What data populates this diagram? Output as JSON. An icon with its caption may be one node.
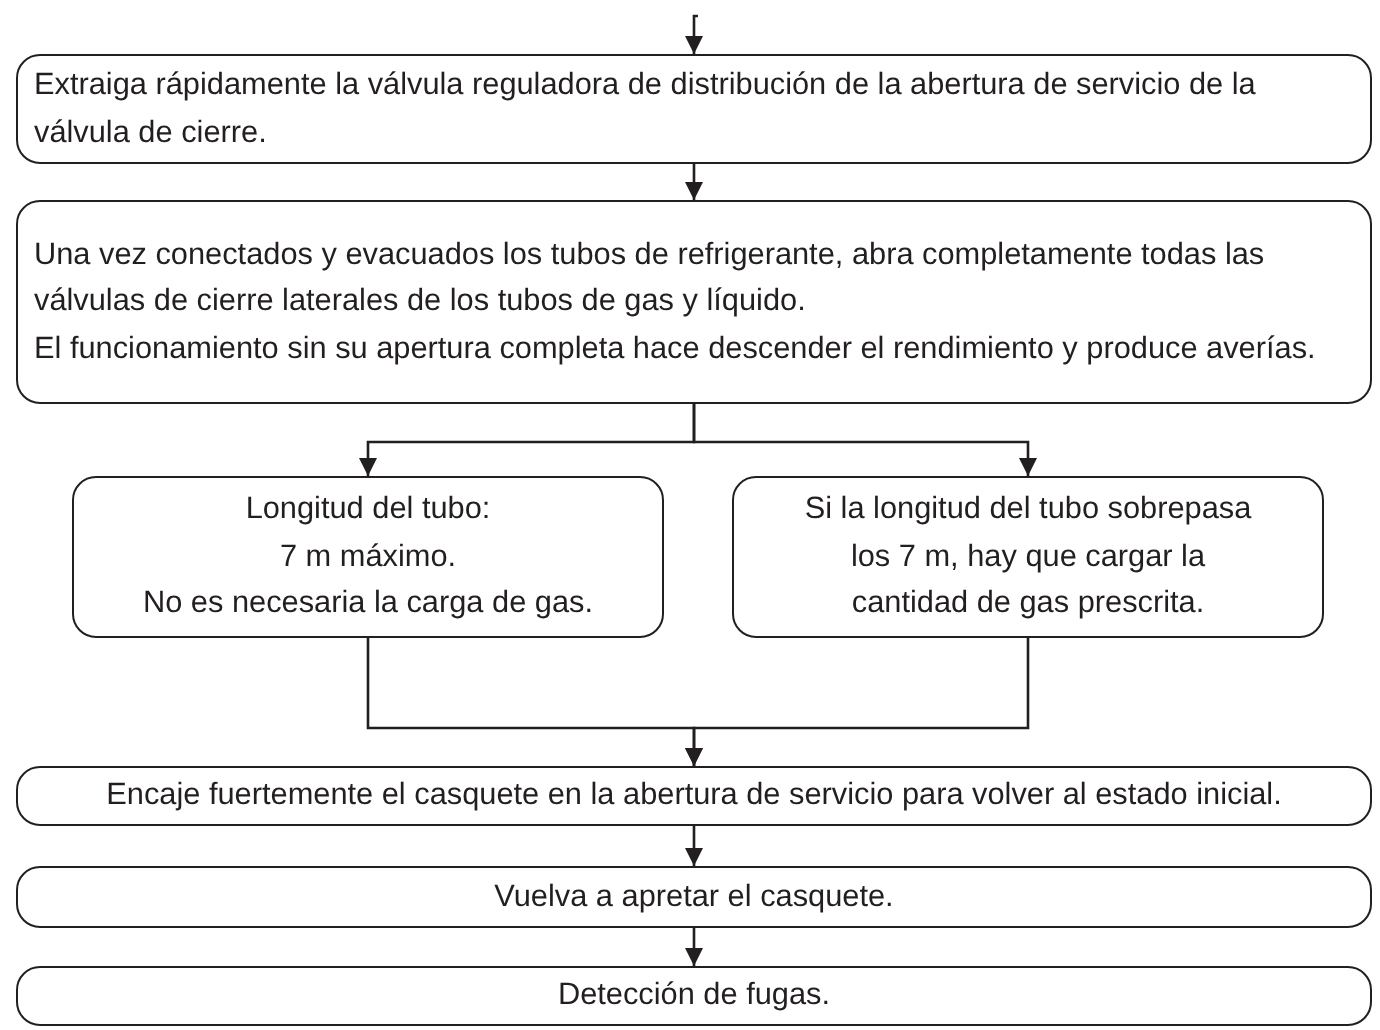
{
  "diagram": {
    "nodes": [
      {
        "text": [
          "Extraiga rápidamente la válvula reguladora de distribución de la abertura de servicio de la válvula de cierre."
        ]
      },
      {
        "text": [
          "Una vez conectados y evacuados los tubos de refrigerante, abra completamente todas las válvulas de cierre laterales de los tubos de gas y líquido.",
          "El funcionamiento sin su apertura completa hace descender el rendimiento y produce averías."
        ]
      },
      {
        "text": [
          "Longitud del tubo:",
          "7 m máximo.",
          "No es necesaria la carga de gas."
        ]
      },
      {
        "text": [
          "Si la longitud del tubo sobrepasa los 7 m, hay que cargar la cantidad de gas prescrita."
        ]
      },
      {
        "text": [
          "Encaje fuertemente el casquete en la abertura de servicio para volver al estado inicial."
        ]
      },
      {
        "text": [
          "Vuelva a apretar el casquete."
        ]
      },
      {
        "text": [
          "Detección de fugas."
        ]
      }
    ],
    "edges": [
      {
        "from": null,
        "to": 0,
        "arrow": "to"
      },
      {
        "from": 0,
        "to": 1,
        "arrow": "to"
      },
      {
        "from": 1,
        "to": 2,
        "arrow": "to"
      },
      {
        "from": 1,
        "to": 3,
        "arrow": "to"
      },
      {
        "from": 2,
        "to": 4,
        "arrow": "to"
      },
      {
        "from": 3,
        "to": 4,
        "arrow": "to"
      },
      {
        "from": 4,
        "to": 5,
        "arrow": "to"
      },
      {
        "from": 5,
        "to": 6,
        "arrow": "to"
      }
    ]
  }
}
